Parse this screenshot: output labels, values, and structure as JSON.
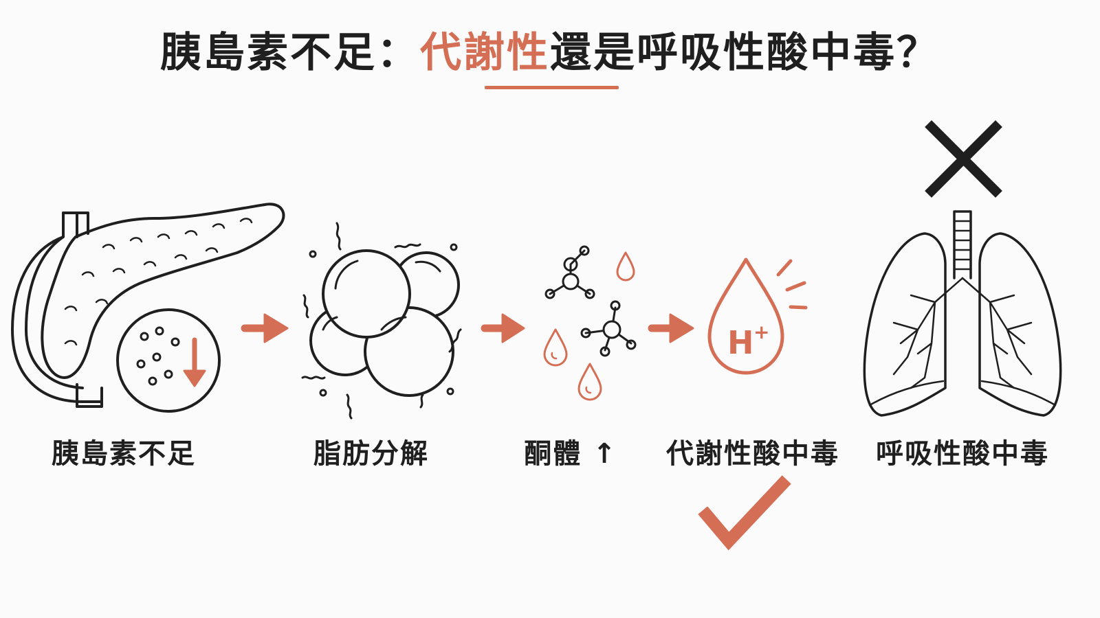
{
  "title": {
    "before": "胰島素不足：",
    "accent": "代謝性",
    "after": "還是呼吸性酸中毒？"
  },
  "colors": {
    "accent": "#d46e54",
    "ink": "#1f1f1f",
    "background": "#fbfbfb"
  },
  "steps": [
    {
      "label": "胰島素不足",
      "icon": "pancreas-icon"
    },
    {
      "label": "脂肪分解",
      "icon": "fat-droplets-icon"
    },
    {
      "label": "酮體 ↑",
      "icon": "ketone-molecules-icon"
    },
    {
      "label": "代謝性酸中毒",
      "icon": "h-plus-drop-icon",
      "marker": "check-mark-icon"
    },
    {
      "label": "呼吸性酸中毒",
      "icon": "lungs-icon",
      "marker": "cross-mark-icon"
    }
  ],
  "drop_text": {
    "h": "H",
    "plus": "+"
  }
}
